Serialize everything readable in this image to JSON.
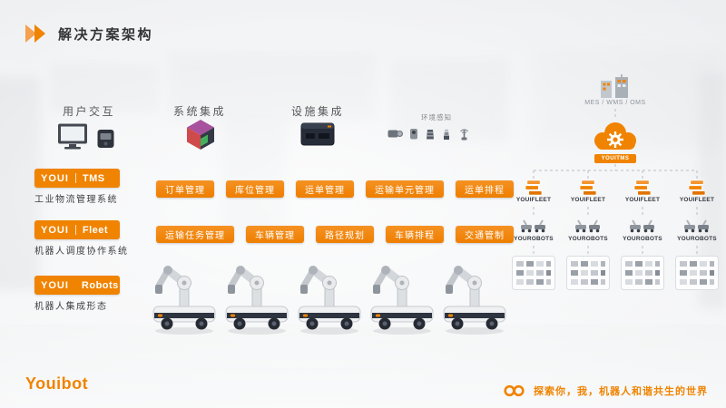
{
  "title": "解决方案架构",
  "columns": [
    {
      "label": "用户交互"
    },
    {
      "label": "系统集成"
    },
    {
      "label": "设施集成"
    },
    {
      "label": "环境感知"
    }
  ],
  "layers": [
    {
      "brand": "YOUI",
      "product": "TMS",
      "subtitle": "工业物流管理系统",
      "buttons": [
        "订单管理",
        "库位管理",
        "运单管理",
        "运输单元管理",
        "运单排程"
      ]
    },
    {
      "brand": "YOUI",
      "product": "Fleet",
      "subtitle": "机器人调度协作系统",
      "buttons": [
        "运输任务管理",
        "车辆管理",
        "路径规划",
        "车辆排程",
        "交通管制"
      ]
    },
    {
      "brand": "YOUI",
      "product": "Robots",
      "subtitle": "机器人集成形态"
    }
  ],
  "diagram": {
    "top_label": "MES / WMS / OMS",
    "cloud_label": "YOUITMS",
    "columns": [
      {
        "fleet_label": "YOUIFLEET",
        "robots_label": "YOUROBOTS"
      },
      {
        "fleet_label": "YOUIFLEET",
        "robots_label": "YOUROBOTS"
      },
      {
        "fleet_label": "YOUIFLEET",
        "robots_label": "YOUROBOTS"
      },
      {
        "fleet_label": "YOUIFLEET",
        "robots_label": "YOUROBOTS"
      }
    ]
  },
  "footer": {
    "logo": "Youibot",
    "tagline": "探索你，我，机器人和谐共生的世界"
  },
  "icons": {
    "title_marker": "double-chevron",
    "user_interaction": [
      "monitor",
      "handheld-scanner"
    ],
    "system_integration": "color-cube",
    "facility_integration": "charging-dock",
    "environment": [
      "camera",
      "sensor",
      "lidar",
      "beacon",
      "antenna"
    ],
    "mes_node": "factory",
    "cloud": "cloud-gear",
    "infinity_mark": "∞"
  },
  "colors": {
    "accent": "#F08300",
    "dark": "#2E3440",
    "text": "#333436"
  }
}
